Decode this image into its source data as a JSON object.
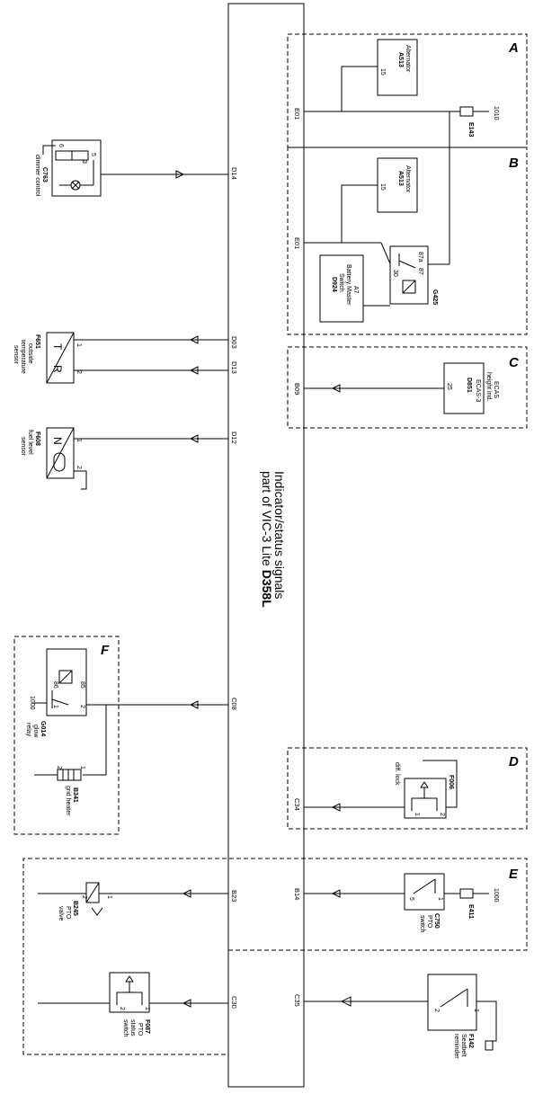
{
  "ecu": {
    "line1": "part of VIC-3 Lite",
    "code": "D358L",
    "line2": "Indicator/status signals"
  },
  "sections": [
    "A",
    "B",
    "C",
    "D",
    "E",
    "F"
  ],
  "pins": {
    "e01a": "E01",
    "e01b": "E01",
    "b09": "B09",
    "c34": "C34",
    "b14": "B14",
    "c35": "C35",
    "d14": "D14",
    "d03": "D03",
    "d13": "D13",
    "d12": "D12",
    "c08": "C08",
    "b23": "B23",
    "c30": "C30"
  },
  "wires": {
    "w1010": "1010",
    "w1000e": "1000",
    "w1000f": "1000"
  },
  "comp": {
    "a513a": {
      "name": "Alternator",
      "code": "A513",
      "pin": "15"
    },
    "a513b": {
      "name": "Alternator",
      "code": "A513",
      "pin": "15"
    },
    "e143": {
      "code": "E143"
    },
    "d924": {
      "l1": "A7",
      "l2": "Battery Master",
      "l3": "Switch",
      "code": "D924"
    },
    "g425": {
      "code": "G425",
      "p87a": "87a",
      "p87": "87",
      "p30": "30"
    },
    "d851": {
      "l1": "ECAS",
      "l2": "height ind.",
      "l3": "ECAS-3",
      "code": "D851",
      "pin": "25"
    },
    "c763": {
      "code": "C763",
      "label": "dimmer control",
      "p6": "6",
      "p5": "5",
      "p3": "3"
    },
    "f651": {
      "code": "F651",
      "l1": "outside",
      "l2": "temperature",
      "l3": "sensor",
      "sym_t": "T",
      "sym_r": "R",
      "p1": "1",
      "p2": "2"
    },
    "f608": {
      "code": "F608",
      "l1": "fuel level",
      "l2": "sensor",
      "sym_n": "N",
      "p1": "1",
      "p2": "2"
    },
    "g014": {
      "code": "G014",
      "l1": "glow",
      "l2": "relay",
      "p86": "86",
      "p85": "85",
      "p1": "1",
      "p2": "2"
    },
    "b341": {
      "code": "B341",
      "label": "grid heater",
      "p1": "1",
      "p2": "2"
    },
    "f006": {
      "code": "F006",
      "label": "diff. lock",
      "p1": "1",
      "p2": "2"
    },
    "c750": {
      "code": "C750",
      "l1": "PTO",
      "l2": "switch",
      "p5": "5",
      "p1": "1"
    },
    "e411": {
      "code": "E411"
    },
    "b245": {
      "code": "B245",
      "l1": "PTO",
      "l2": "valve",
      "p1": "1",
      "p2": "2"
    },
    "f087": {
      "code": "F087",
      "l1": "PTO",
      "l2": "status",
      "l3": "switch",
      "p1": "1",
      "p2": "2"
    },
    "f142": {
      "code": "F142",
      "l1": "Seatbelt",
      "l2": "reminder",
      "p1": "1",
      "p2": "2"
    }
  }
}
